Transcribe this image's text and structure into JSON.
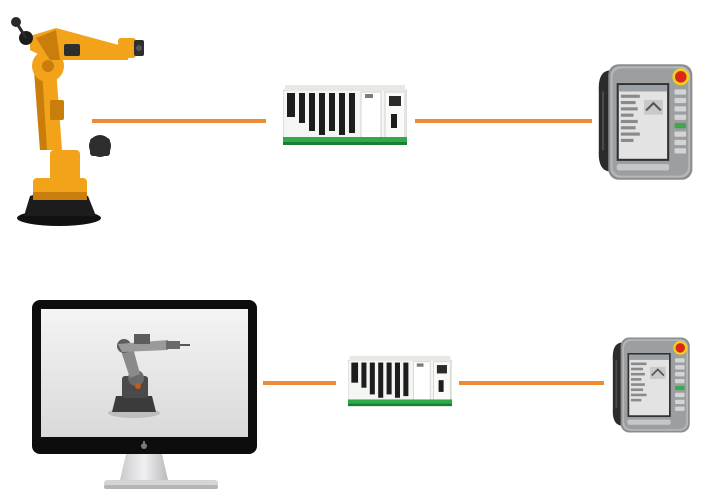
{
  "diagram": {
    "rows": [
      {
        "source": "industrial-robot-arm",
        "controller": "plc-controller-rack",
        "pendant": "teach-pendant"
      },
      {
        "source": "desktop-monitor-robot-simulation",
        "controller": "plc-controller-rack",
        "pendant": "teach-pendant"
      }
    ],
    "colors": {
      "link": "#ee8a35",
      "robot_body": "#f3a31a",
      "robot_shadow": "#c97d0b",
      "robot_base": "#1c1c1c",
      "plc_body": "#f4f6f3",
      "plc_dark": "#1d1d1d",
      "plc_green": "#2faa4a",
      "pendant_frame": "#8b8d8f",
      "pendant_grip": "#2b2b2b",
      "estop_red": "#e0261b",
      "estop_yellow": "#f2d21a",
      "screen_bg": "#e3e3e3",
      "monitor_frame": "#0d0d0d"
    }
  }
}
